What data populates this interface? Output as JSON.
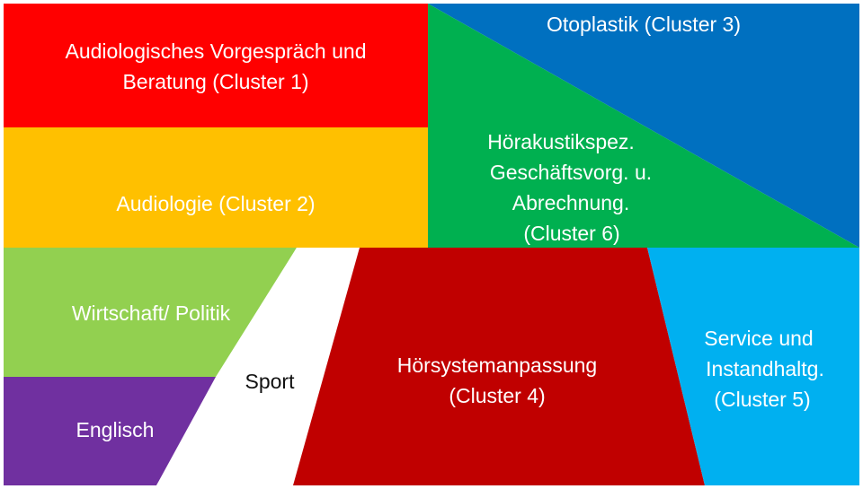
{
  "clusters": {
    "cluster1": {
      "line1": "Audiologisches Vorgespräch und",
      "line2": "Beratung (Cluster 1)",
      "color": "#FF0000"
    },
    "cluster2": {
      "line1": "Audiologie (Cluster 2)",
      "color": "#FFC000"
    },
    "cluster3": {
      "line1": "Otoplastik (Cluster 3)",
      "color": "#0070C0"
    },
    "cluster6": {
      "line1": "Hörakustikspez.",
      "line2": "Geschäftsvorg. u.",
      "line3": "Abrechnung.",
      "line4": "(Cluster 6)",
      "color": "#00B050"
    },
    "cluster4": {
      "line1": "Hörsystemanpassung",
      "line2": "(Cluster 4)",
      "color": "#C00000"
    },
    "cluster5": {
      "line1": "Service und",
      "line2": "Instandhaltg.",
      "line3": "(Cluster 5)",
      "color": "#00B0F0"
    },
    "wirtschaft": {
      "line1": "Wirtschaft/ Politik",
      "color": "#92D050"
    },
    "englisch": {
      "line1": "Englisch",
      "color": "#7030A0"
    },
    "sport": {
      "line1": "Sport",
      "color": "#FFFFFF"
    }
  }
}
